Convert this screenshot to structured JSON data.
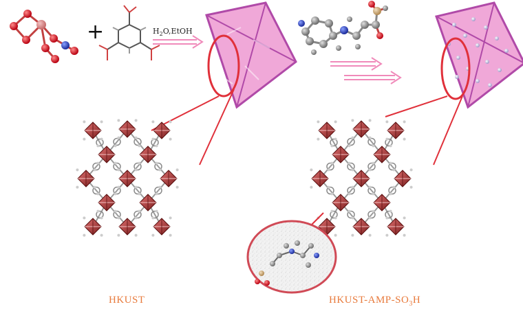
{
  "reaction": {
    "plus_sign": "+",
    "condition_text": "H2O,EtOH",
    "condition_sub1": "2"
  },
  "captions": {
    "left": "HKUST",
    "right_main": "HKUST-AMP-SO",
    "right_sub": "3",
    "right_tail": "H"
  },
  "colors": {
    "octahedron_fill": "#f0a8d8",
    "octahedron_edge": "#b04aa8",
    "arrow": "#f08aba",
    "highlight_ellipse": "#e0303a",
    "framework_poly": "#b84a4a",
    "caption": "#e87a3c"
  }
}
